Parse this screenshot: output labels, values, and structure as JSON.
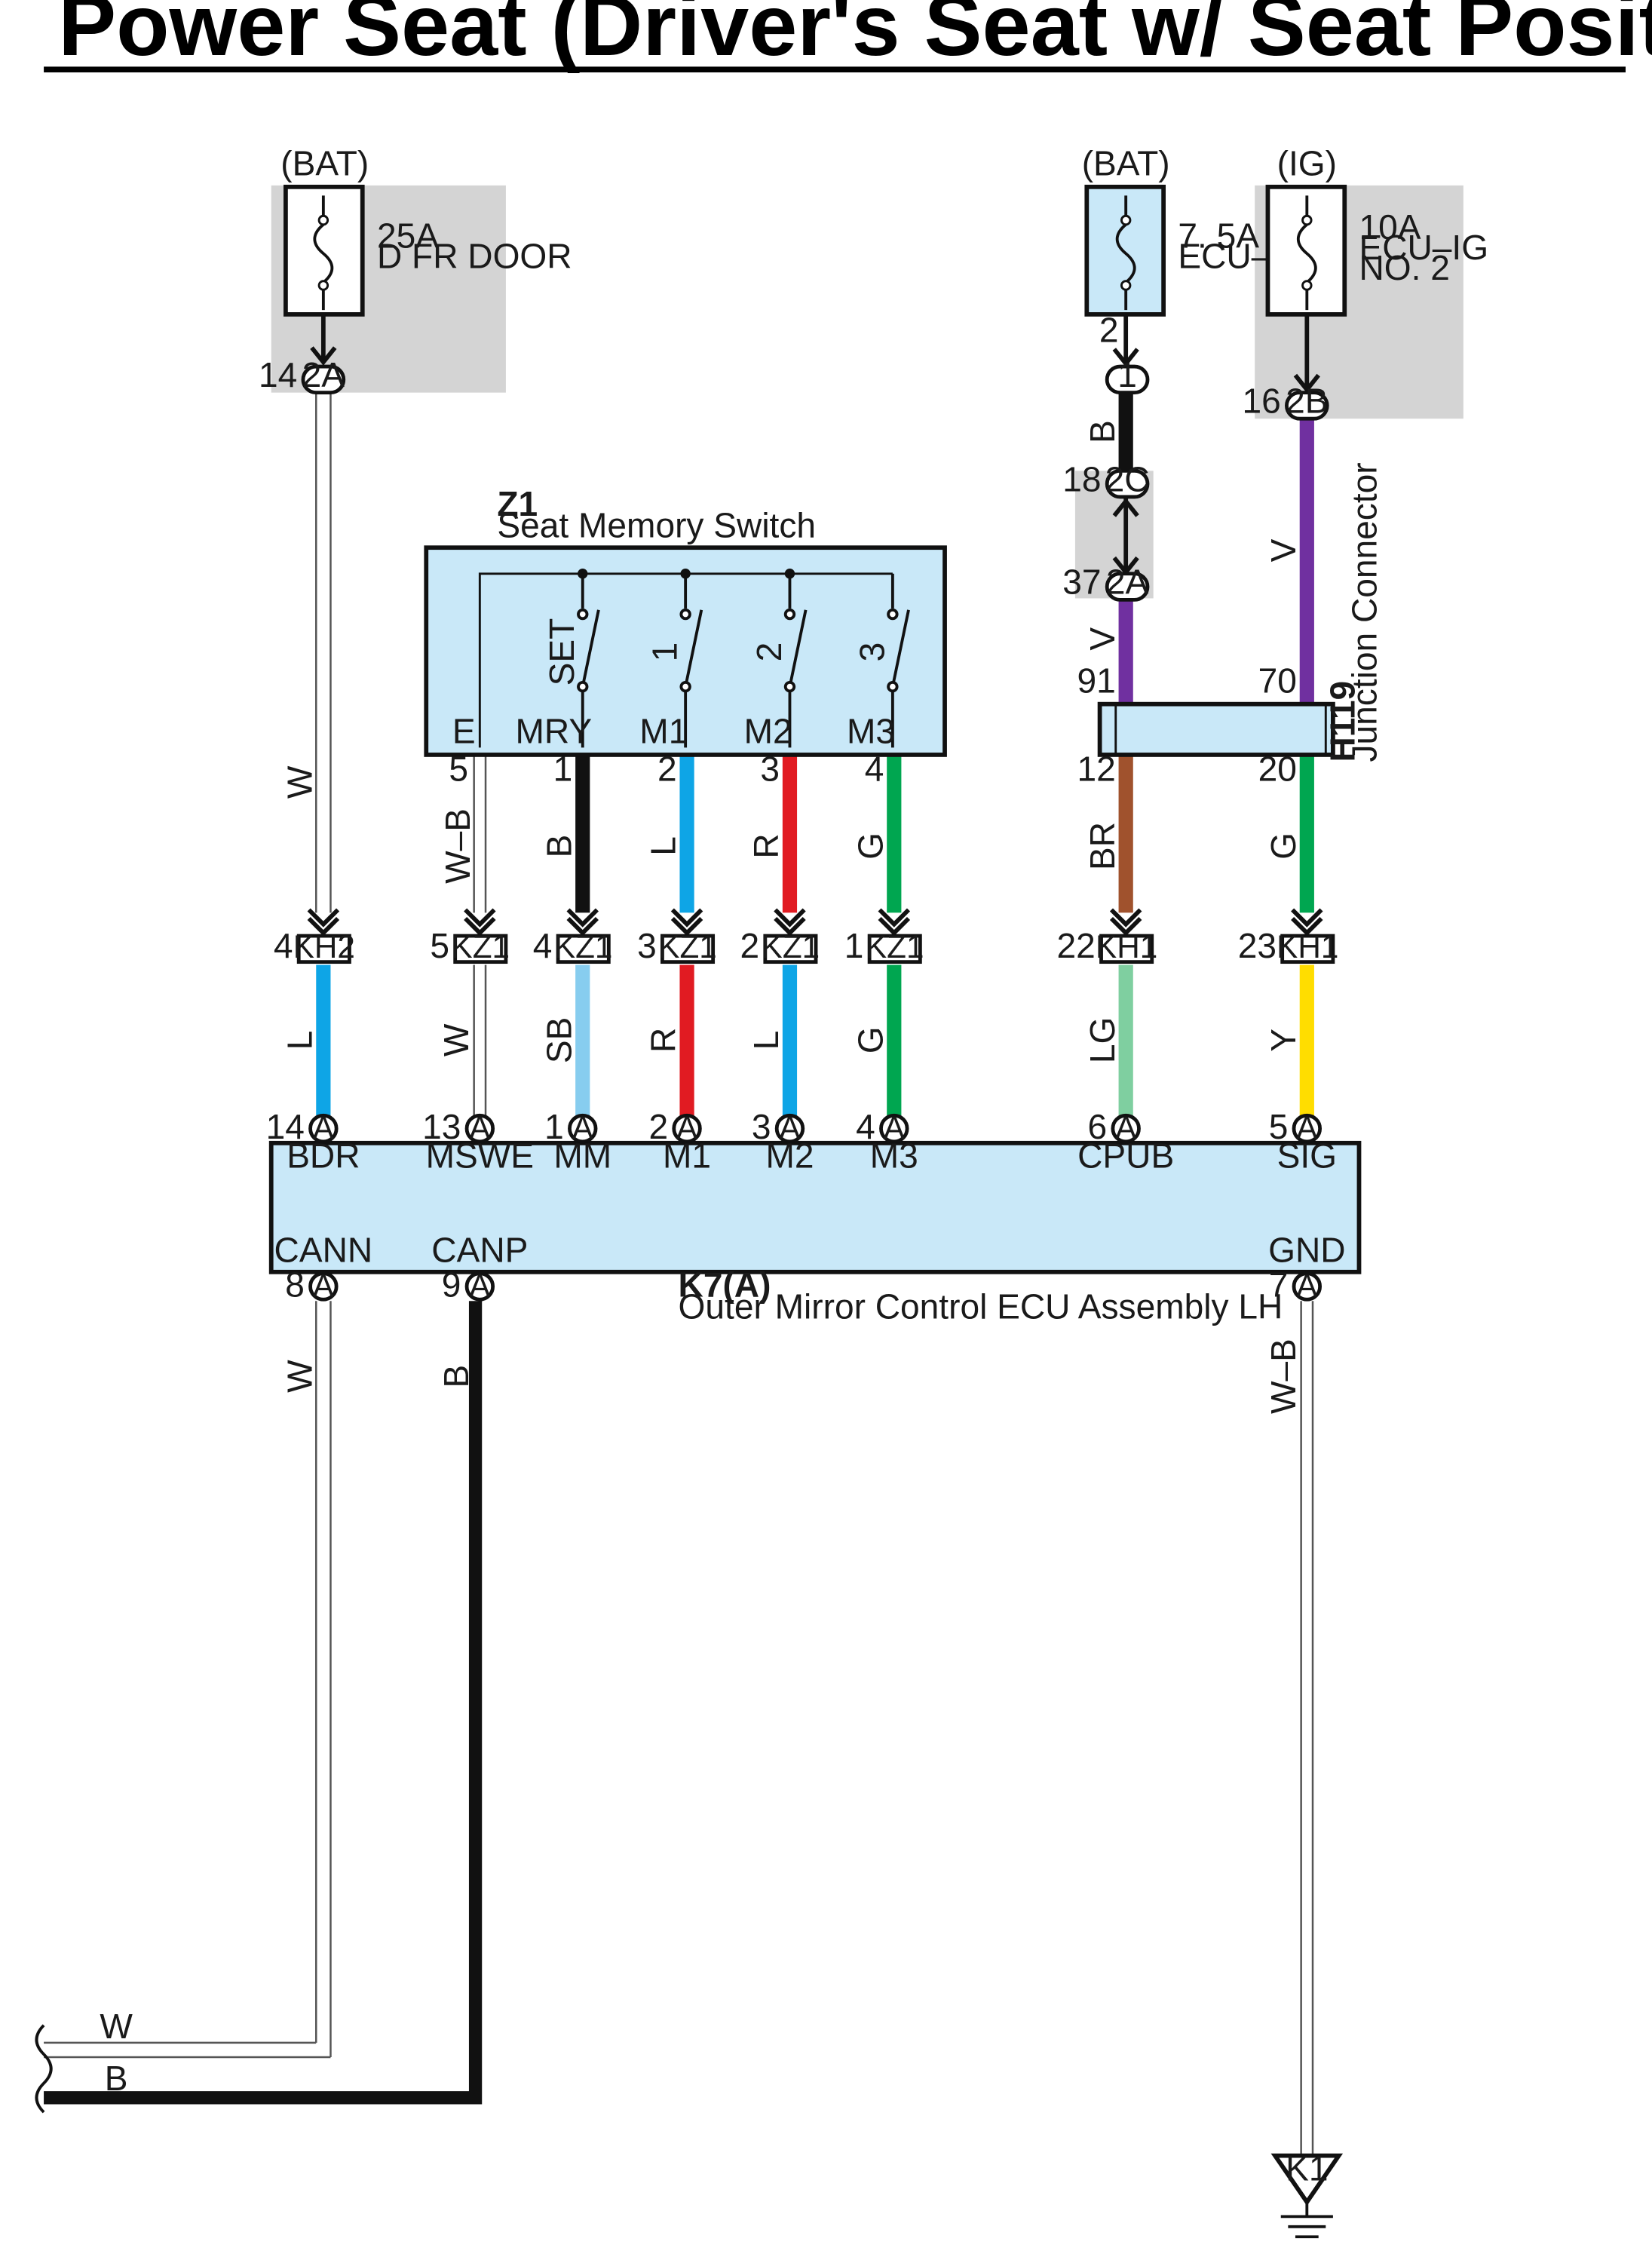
{
  "title": "Power Seat (Driver's Seat w/ Seat Position Memory)",
  "palette": {
    "W": "#ffffff",
    "B": "#111111",
    "L": "#0ea5e6",
    "R": "#e11b22",
    "G": "#00a650",
    "V": "#7030a0",
    "BR": "#a0522d",
    "LG": "#7fcfa0",
    "Y": "#ffdd00",
    "SB": "#87cdef",
    "WB": "#ffffff",
    "box": "#c9e8f8",
    "shade": "#d4d4d4"
  },
  "fuses": [
    {
      "source": "(BAT)",
      "rating": "25A",
      "name": "D FR DOOR",
      "name2": ""
    },
    {
      "source": "(BAT)",
      "rating": "7. 5A",
      "name": "ECU–B",
      "name2": ""
    },
    {
      "source": "(IG)",
      "rating": "10A",
      "name": "ECU–IG",
      "name2": "NO. 2"
    }
  ],
  "connectors": {
    "c2A_top": {
      "code": "2A",
      "pin": "14"
    },
    "c1": {
      "code": "1",
      "pin": "2"
    },
    "c2B": {
      "code": "2B",
      "pin": "16"
    },
    "c2C": {
      "code": "2C",
      "pin": "18"
    },
    "c2A_mid": {
      "code": "2A",
      "pin": "37"
    }
  },
  "switch": {
    "code": "Z1",
    "name": "Seat Memory Switch",
    "terms": [
      "E",
      "MRY",
      "M1",
      "M2",
      "M3"
    ],
    "contacts": [
      "SET",
      "1",
      "2",
      "3"
    ],
    "pins": [
      "5",
      "1",
      "2",
      "3",
      "4"
    ]
  },
  "junction": {
    "code": "H119",
    "name": "Junction Connector",
    "pins_top": [
      "91",
      "70"
    ],
    "pins_bottom": [
      "12",
      "20"
    ]
  },
  "inline": [
    {
      "code": "KH2",
      "pin": "4"
    },
    {
      "code": "KZ1",
      "pin": "5"
    },
    {
      "code": "KZ1",
      "pin": "4"
    },
    {
      "code": "KZ1",
      "pin": "3"
    },
    {
      "code": "KZ1",
      "pin": "2"
    },
    {
      "code": "KZ1",
      "pin": "1"
    },
    {
      "code": "KH1",
      "pin": "22"
    },
    {
      "code": "KH1",
      "pin": "23"
    }
  ],
  "wire_colors": {
    "fuse1_out": "W",
    "ecub_out": "B",
    "v_mid": "V",
    "ig_out": "V",
    "sw_out": [
      "W–B",
      "B",
      "L",
      "R",
      "G"
    ],
    "jc_out": [
      "BR",
      "G"
    ],
    "ecu_in": [
      "L",
      "W",
      "SB",
      "R",
      "L",
      "G",
      "LG",
      "Y"
    ],
    "cann": "W",
    "canp": "B",
    "gnd": "W–B",
    "bottom_w": "W",
    "bottom_b": "B"
  },
  "ecu": {
    "code": "K7(A)",
    "name": "Outer Mirror Control ECU Assembly LH",
    "conn": "A",
    "terms": [
      "BDR",
      "MSWE",
      "MM",
      "M1",
      "M2",
      "M3",
      "CPUB",
      "SIG"
    ],
    "pins": [
      "14",
      "13",
      "1",
      "2",
      "3",
      "4",
      "6",
      "5"
    ],
    "bottom_terms": [
      "CANN",
      "CANP",
      "GND"
    ],
    "bottom_pins": [
      "8",
      "9",
      "7"
    ]
  },
  "ground": {
    "code": "K1"
  }
}
